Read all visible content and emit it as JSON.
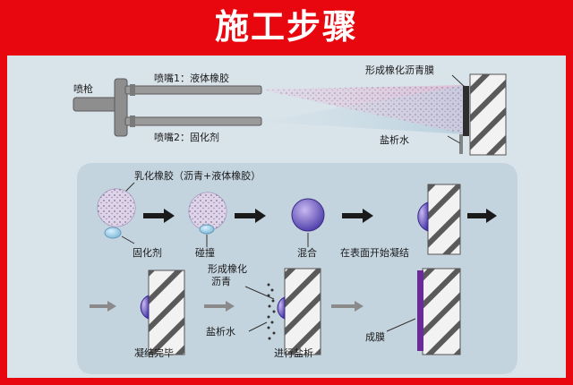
{
  "title": "施工步骤",
  "colors": {
    "frame": "#e8070f",
    "panel": "#d9e3ea",
    "inner_panel": "#c4d4df"
  },
  "top": {
    "gun": "喷枪",
    "nozzle1": "喷嘴1：液体橡胶",
    "nozzle2": "喷嘴2：固化剂",
    "film": "形成橡化沥青膜",
    "salt": "盐析水"
  },
  "steps": {
    "emulsion": "乳化橡胶（沥青+液体橡胶）",
    "curing_agent": "固化剂",
    "collision": "碰撞",
    "mixing": "混合",
    "condense_start": "在表面开始凝结",
    "film_asphalt_1": "形成橡化",
    "film_asphalt_2": "沥青",
    "salt_water": "盐析水",
    "condense_done": "凝结完毕",
    "salting_out": "进行盐析",
    "film_formed": "成膜"
  }
}
